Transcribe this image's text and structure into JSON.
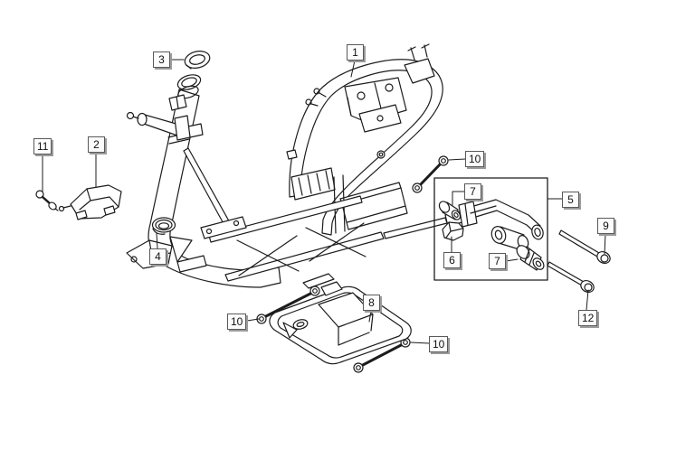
{
  "colors": {
    "background": "#ffffff",
    "line_art": "#1c1c1c",
    "callout_background": "#fcfcfc",
    "callout_border": "#595959",
    "callout_shadow": "#9b9b9b",
    "callout_text": "#111111"
  },
  "callouts": [
    {
      "label": "1"
    },
    {
      "label": "2"
    },
    {
      "label": "3"
    },
    {
      "label": "4"
    },
    {
      "label": "5"
    },
    {
      "label": "6"
    },
    {
      "label": "7"
    },
    {
      "label": "7"
    },
    {
      "label": "8"
    },
    {
      "label": "9"
    },
    {
      "label": "10"
    },
    {
      "label": "10"
    },
    {
      "label": "10"
    },
    {
      "label": "11"
    },
    {
      "label": "12"
    }
  ]
}
